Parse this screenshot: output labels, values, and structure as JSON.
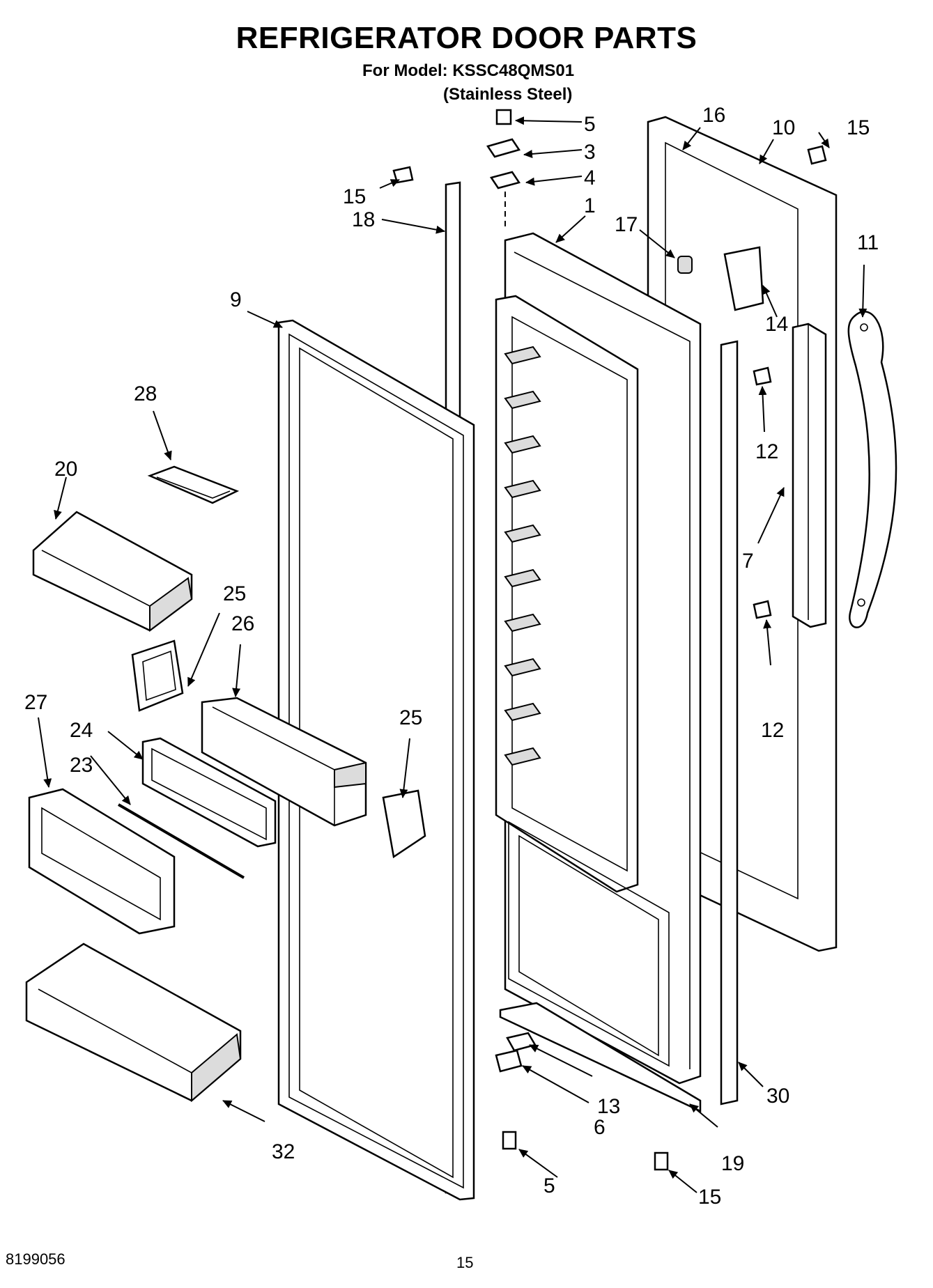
{
  "header": {
    "title": "REFRIGERATOR DOOR PARTS",
    "model_line": "For Model: KSSC48QMS01",
    "finish": "(Stainless Steel)"
  },
  "footer": {
    "doc_number": "8199056",
    "page_number": "15"
  },
  "callouts": {
    "c1": "1",
    "c3": "3",
    "c4": "4",
    "c5a": "5",
    "c5b": "5",
    "c6": "6",
    "c7": "7",
    "c9": "9",
    "c10": "10",
    "c11": "11",
    "c12a": "12",
    "c12b": "12",
    "c13": "13",
    "c14": "14",
    "c15a": "15",
    "c15b": "15",
    "c15c": "15",
    "c16": "16",
    "c17": "17",
    "c18": "18",
    "c19": "19",
    "c20": "20",
    "c23": "23",
    "c24": "24",
    "c25a": "25",
    "c25b": "25",
    "c26": "26",
    "c27": "27",
    "c28": "28",
    "c30": "30",
    "c32": "32"
  }
}
